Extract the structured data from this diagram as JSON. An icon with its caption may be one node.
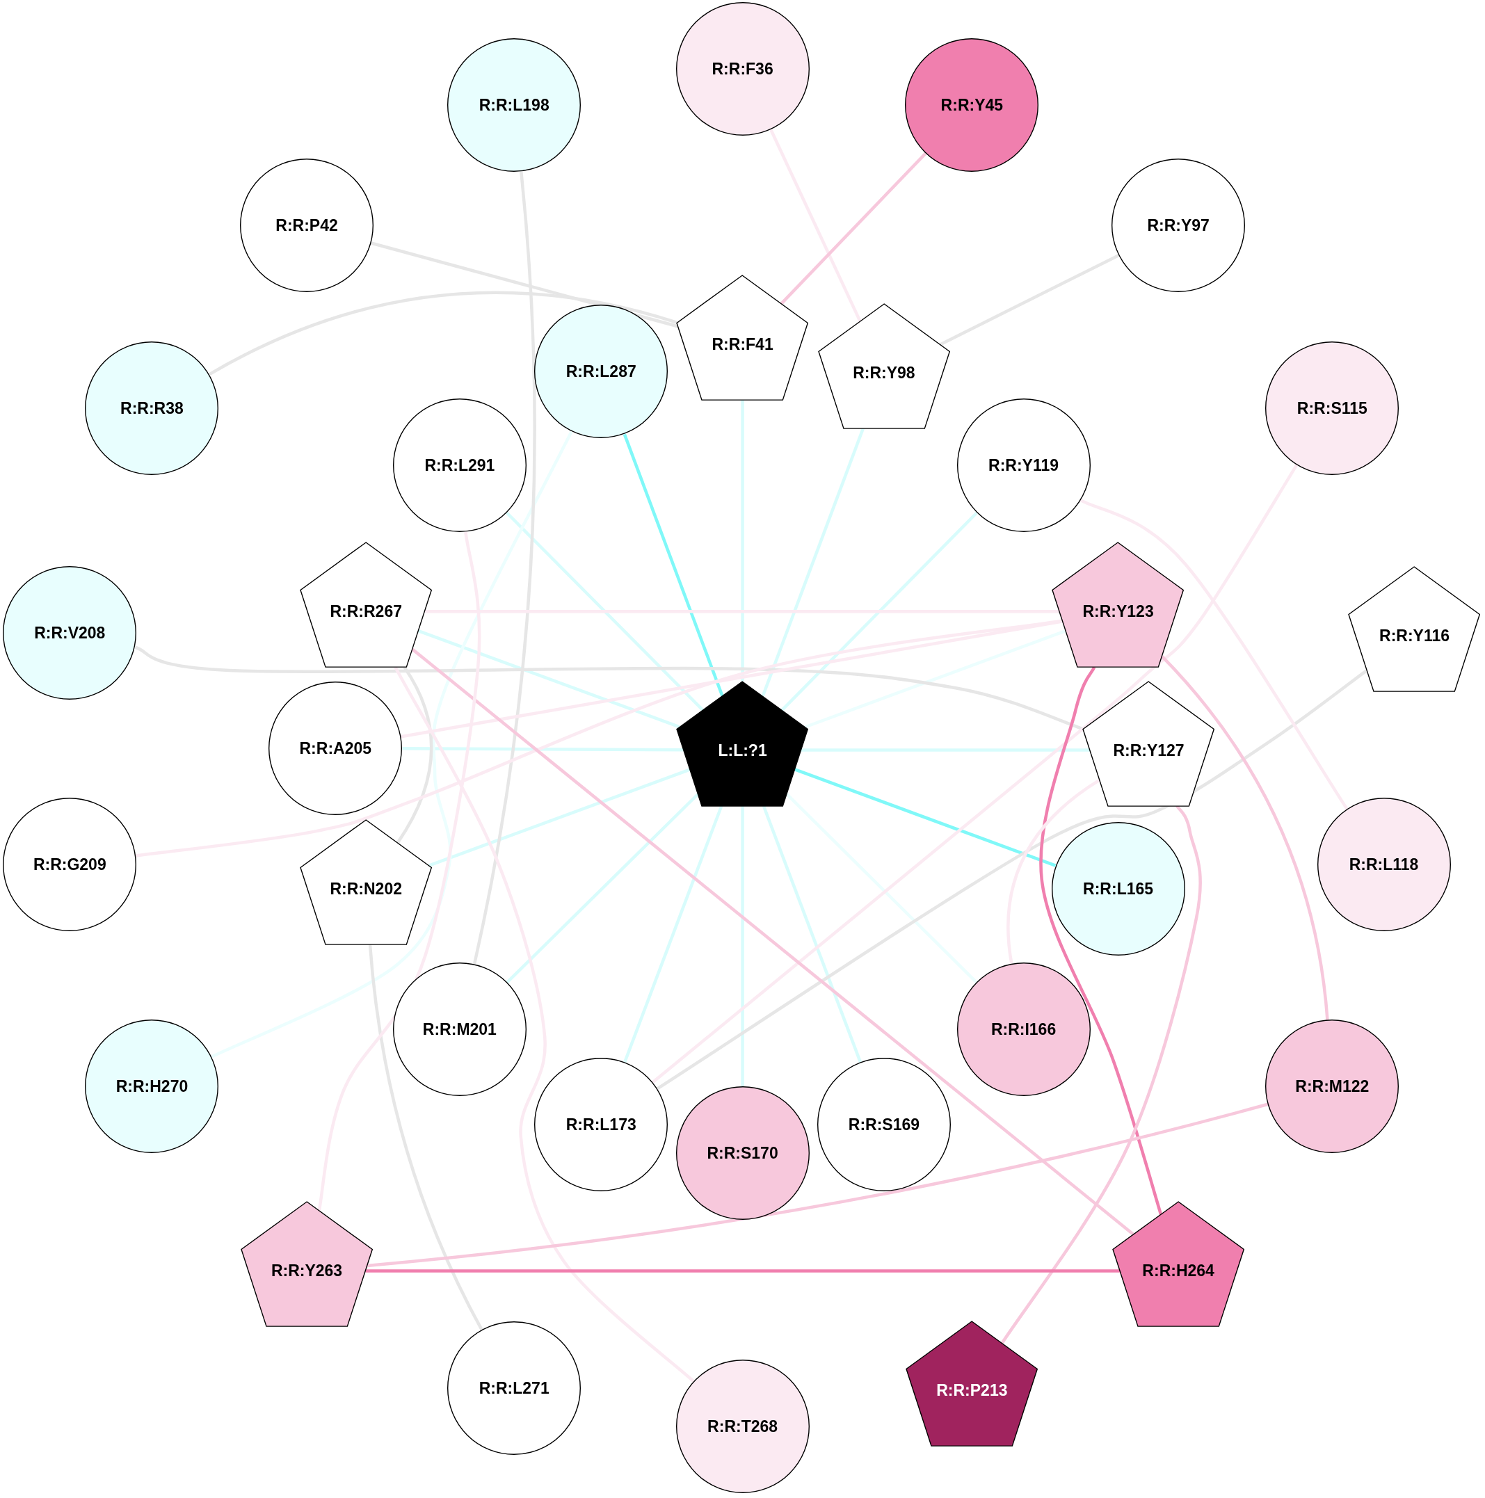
{
  "diagram": {
    "nodes": [
      {
        "text": [
          "L:L:?1"
        ]
      },
      {
        "text": [
          "R:R:L198"
        ]
      },
      {
        "text": [
          "R:R:F36"
        ]
      },
      {
        "text": [
          "R:R:Y45"
        ]
      },
      {
        "text": [
          "R:R:P42"
        ]
      },
      {
        "text": [
          "R:R:Y97"
        ]
      },
      {
        "text": [
          "R:R:F41"
        ]
      },
      {
        "text": [
          "R:R:Y98"
        ]
      },
      {
        "text": [
          "R:R:L287"
        ]
      },
      {
        "text": [
          "R:R:R38"
        ]
      },
      {
        "text": [
          "R:R:S115"
        ]
      },
      {
        "text": [
          "R:R:L291"
        ]
      },
      {
        "text": [
          "R:R:Y119"
        ]
      },
      {
        "text": [
          "R:R:R267"
        ]
      },
      {
        "text": [
          "R:R:Y123"
        ]
      },
      {
        "text": [
          "R:R:Y116"
        ]
      },
      {
        "text": [
          "R:R:V208"
        ]
      },
      {
        "text": [
          "R:R:A205"
        ]
      },
      {
        "text": [
          "R:R:Y127"
        ]
      },
      {
        "text": [
          "R:R:G209"
        ]
      },
      {
        "text": [
          "R:R:N202"
        ]
      },
      {
        "text": [
          "R:R:L165"
        ]
      },
      {
        "text": [
          "R:R:M201"
        ]
      },
      {
        "text": [
          "R:R:I166"
        ]
      },
      {
        "text": [
          "R:R:H270"
        ]
      },
      {
        "text": [
          "R:R:M122"
        ]
      },
      {
        "text": [
          "R:R:L173"
        ]
      },
      {
        "text": [
          "R:R:S170"
        ]
      },
      {
        "text": [
          "R:R:S169"
        ]
      },
      {
        "text": [
          "R:R:Y263"
        ]
      },
      {
        "text": [
          "R:R:H264"
        ]
      },
      {
        "text": [
          "R:R:P213"
        ]
      },
      {
        "text": [
          "R:R:L271"
        ]
      },
      {
        "text": [
          "R:R:T268"
        ]
      },
      {
        "text": [
          "R:R:L118"
        ]
      }
    ],
    "edges": [
      {
        "from": 0,
        "to": 8,
        "arrow": "none",
        "color": "#80f8f8"
      },
      {
        "from": 0,
        "to": 6,
        "arrow": "none",
        "color": "#d8fcfc"
      },
      {
        "from": 0,
        "to": 7,
        "arrow": "none",
        "color": "#d8fcfc"
      },
      {
        "from": 0,
        "to": 12,
        "arrow": "none",
        "color": "#d8fcfc"
      },
      {
        "from": 0,
        "to": 14,
        "arrow": "none",
        "color": "#ecfefe"
      },
      {
        "from": 0,
        "to": 18,
        "arrow": "none",
        "color": "#d8fcfc"
      },
      {
        "from": 0,
        "to": 21,
        "arrow": "none",
        "color": "#80f8f8"
      },
      {
        "from": 0,
        "to": 23,
        "arrow": "none",
        "color": "#ecfefe"
      },
      {
        "from": 0,
        "to": 28,
        "arrow": "none",
        "color": "#d8fcfc"
      },
      {
        "from": 0,
        "to": 27,
        "arrow": "none",
        "color": "#d8fcfc"
      },
      {
        "from": 0,
        "to": 26,
        "arrow": "none",
        "color": "#d8fcfc"
      },
      {
        "from": 0,
        "to": 22,
        "arrow": "none",
        "color": "#d8fcfc"
      },
      {
        "from": 0,
        "to": 20,
        "arrow": "none",
        "color": "#d8fcfc"
      },
      {
        "from": 0,
        "to": 17,
        "arrow": "none",
        "color": "#d8fcfc"
      },
      {
        "from": 0,
        "to": 13,
        "arrow": "none",
        "color": "#d8fcfc"
      },
      {
        "from": 0,
        "to": 11,
        "arrow": "none",
        "color": "#d8fcfc"
      },
      {
        "from": 8,
        "to": 24,
        "arrow": "none",
        "color": "#ecfefe"
      },
      {
        "from": 1,
        "to": 22,
        "arrow": "none",
        "color": "#e6e6e6"
      },
      {
        "from": 4,
        "to": 6,
        "arrow": "none",
        "color": "#e6e6e6"
      },
      {
        "from": 9,
        "to": 6,
        "arrow": "none",
        "color": "#e6e6e6"
      },
      {
        "from": 5,
        "to": 7,
        "arrow": "none",
        "color": "#e6e6e6"
      },
      {
        "from": 16,
        "to": 18,
        "arrow": "none",
        "color": "#e6e6e6"
      },
      {
        "from": 15,
        "to": 26,
        "arrow": "none",
        "color": "#e6e6e6"
      },
      {
        "from": 13,
        "to": 20,
        "arrow": "none",
        "color": "#e6e6e6"
      },
      {
        "from": 20,
        "to": 32,
        "arrow": "none",
        "color": "#e6e6e6"
      },
      {
        "from": 2,
        "to": 7,
        "arrow": "none",
        "color": "#fbeaf2"
      },
      {
        "from": 3,
        "to": 6,
        "arrow": "none",
        "color": "#f7c8dc"
      },
      {
        "from": 13,
        "to": 14,
        "arrow": "none",
        "color": "#fbeaf2"
      },
      {
        "from": 14,
        "to": 17,
        "arrow": "none",
        "color": "#fbeaf2"
      },
      {
        "from": 14,
        "to": 19,
        "arrow": "none",
        "color": "#fbeaf2"
      },
      {
        "from": 10,
        "to": 26,
        "arrow": "none",
        "color": "#fbeaf2"
      },
      {
        "from": 12,
        "to": 34,
        "arrow": "none",
        "color": "#fbeaf2"
      },
      {
        "from": 14,
        "to": 30,
        "arrow": "none",
        "color": "#f07fae"
      },
      {
        "from": 14,
        "to": 25,
        "arrow": "none",
        "color": "#f7c8dc"
      },
      {
        "from": 18,
        "to": 31,
        "arrow": "none",
        "color": "#f7c8dc"
      },
      {
        "from": 18,
        "to": 23,
        "arrow": "none",
        "color": "#fbeaf2"
      },
      {
        "from": 13,
        "to": 30,
        "arrow": "none",
        "color": "#f7c8dc"
      },
      {
        "from": 13,
        "to": 33,
        "arrow": "none",
        "color": "#fbeaf2"
      },
      {
        "from": 11,
        "to": 29,
        "arrow": "none",
        "color": "#fbeaf2"
      },
      {
        "from": 25,
        "to": 29,
        "arrow": "none",
        "color": "#f7c8dc"
      },
      {
        "from": 29,
        "to": 30,
        "arrow": "none",
        "color": "#f07fae"
      }
    ]
  }
}
